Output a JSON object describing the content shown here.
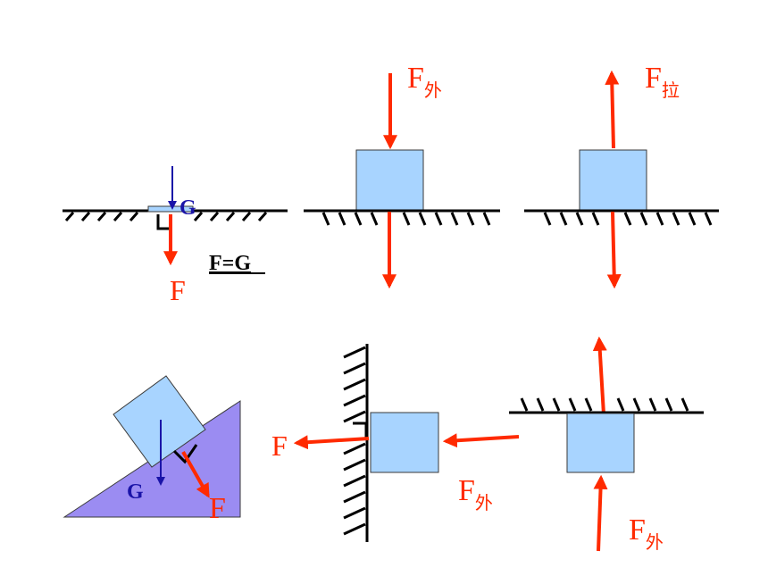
{
  "colors": {
    "force_red": "#ff2a00",
    "gravity_blue": "#1a14a8",
    "block_fill": "#a8d4ff",
    "block_stroke": "#3a3a3a",
    "incline_fill": "#9b8cf2"
  },
  "panels": {
    "thin_plate": {
      "label_g": "G",
      "label_f": "F",
      "equation": "F=G"
    },
    "pressed_block": {
      "label_main": "F",
      "label_sub": "外"
    },
    "pulled_block": {
      "label_main": "F",
      "label_sub": "拉"
    },
    "incline_block": {
      "label_g": "G",
      "label_f": "F"
    },
    "wall_block": {
      "label_f": "F",
      "label_main": "F",
      "label_sub": "外"
    },
    "ceiling_block": {
      "label_main": "F",
      "label_sub": "外"
    }
  }
}
